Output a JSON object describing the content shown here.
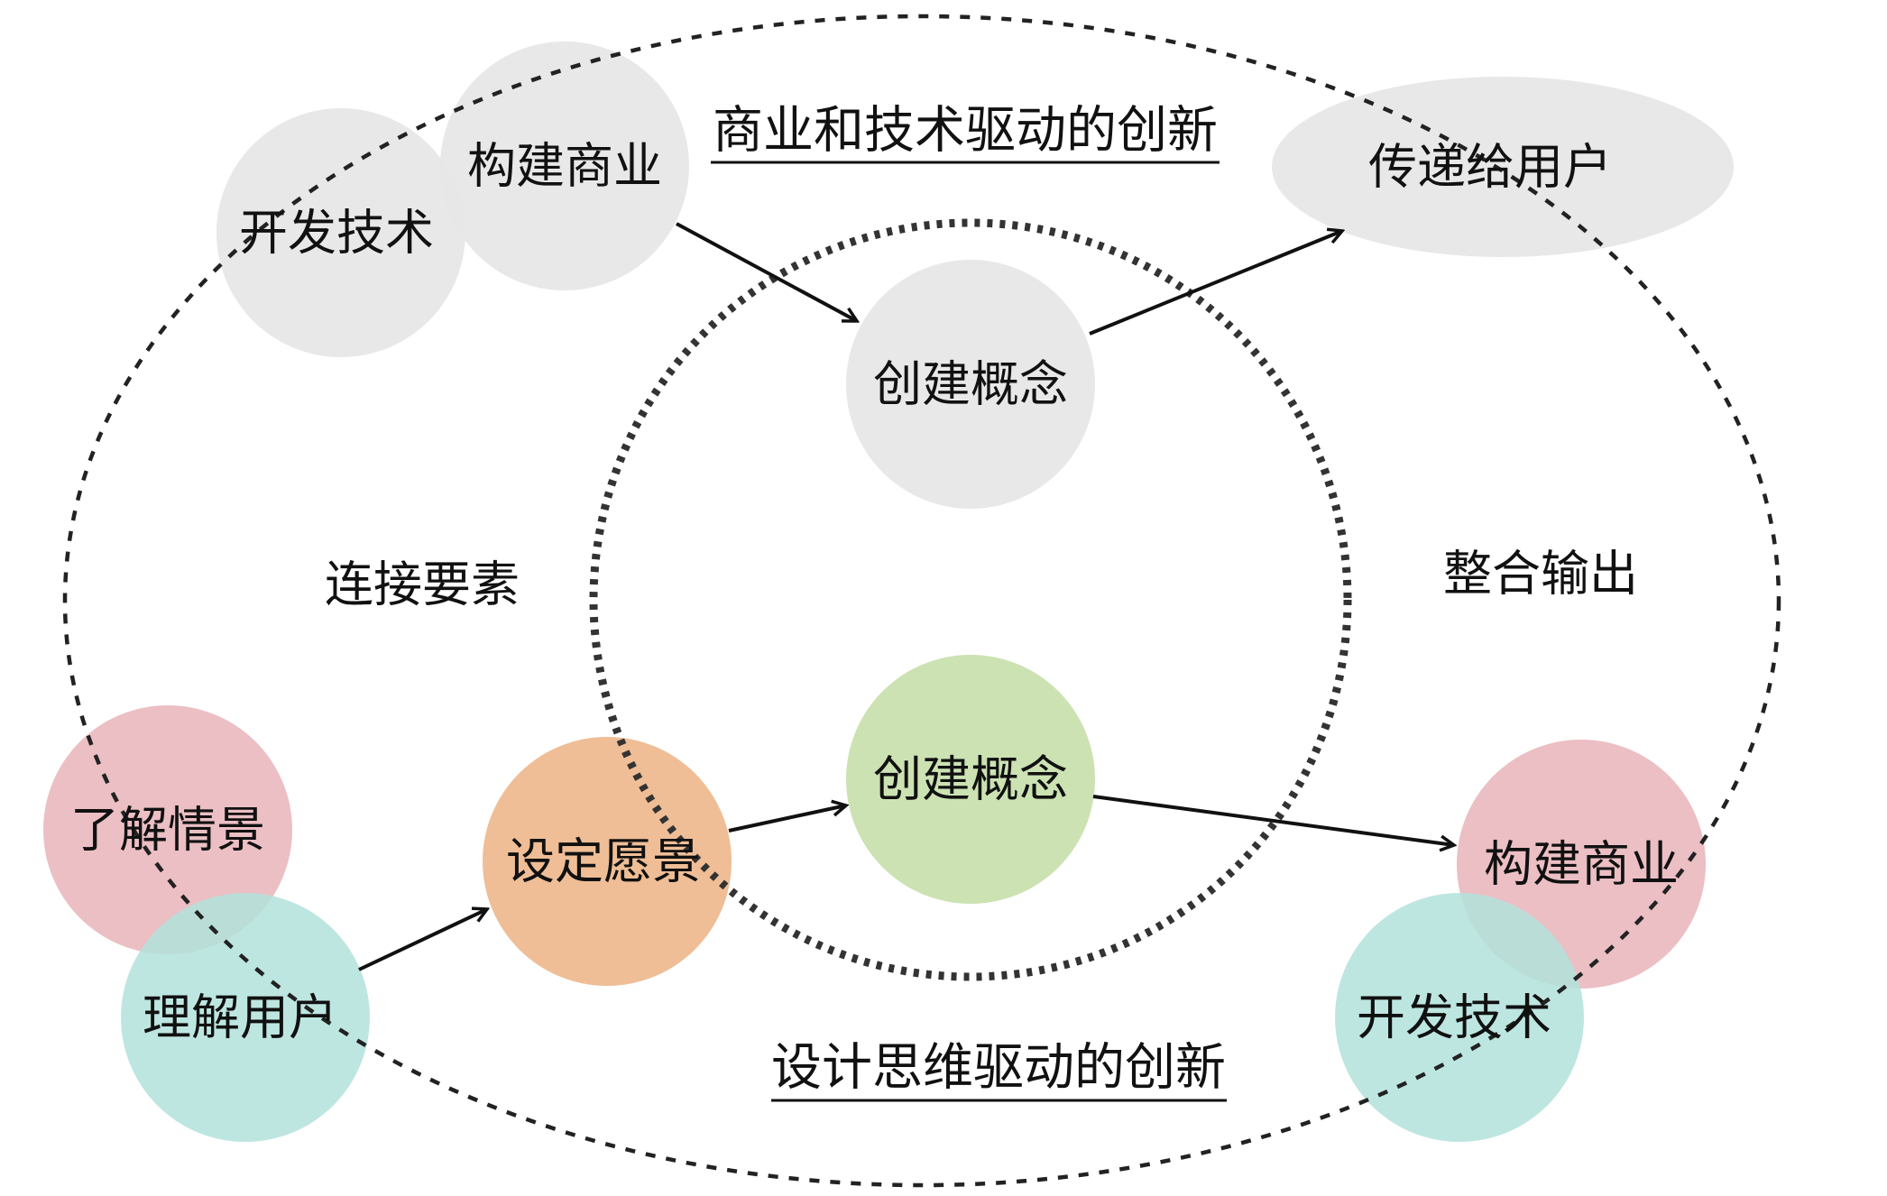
{
  "colors": {
    "gray": "#e6e6e6",
    "pink": "#e8b4ba",
    "teal": "#b3e2dc",
    "orange": "#ecb384",
    "green": "#c8e0ac",
    "text": "#111111",
    "dash": "#222222"
  },
  "headings": {
    "top": "商业和技术驱动的创新",
    "bottom": "设计思维驱动的创新"
  },
  "zones": {
    "left": "连接要素",
    "right": "整合输出"
  },
  "nodes": {
    "top_tech": "开发技术",
    "top_business": "构建商业",
    "top_deliver": "传递给用户",
    "top_concept": "创建概念",
    "bottom_concept": "创建概念",
    "context": "了解情景",
    "user": "理解用户",
    "vision": "设定愿景",
    "bottom_business": "构建商业",
    "bottom_tech": "开发技术"
  }
}
